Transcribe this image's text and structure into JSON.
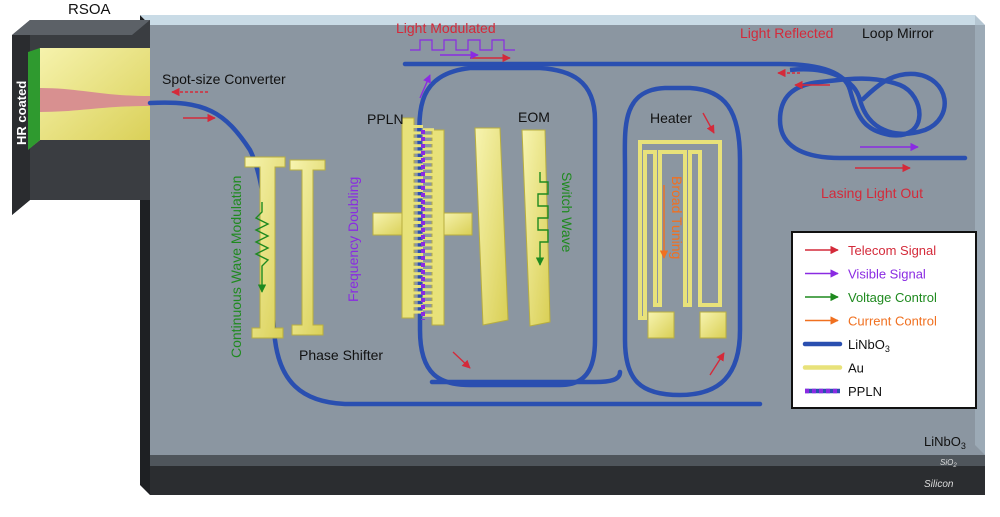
{
  "labels": {
    "rsoa": "RSOA",
    "hr_coated": "HR coated",
    "spot_size_converter": "Spot-size Converter",
    "light_modulated": "Light Modulated",
    "light_reflected": "Light Reflected",
    "loop_mirror": "Loop Mirror",
    "ppln": "PPLN",
    "eom": "EOM",
    "heater": "Heater",
    "continuous_wave_modulation": "Continuous Wave Modulation",
    "frequency_doubling": "Frequency Doubling",
    "switch_wave": "Switch Wave",
    "broad_tuning": "Broad Tuning",
    "phase_shifter": "Phase Shifter",
    "lasing_light_out": "Lasing Light Out",
    "linbo3_base": "LiNbO",
    "linbo3_sub": "3",
    "sio2": "SiO",
    "sio2_sub": "2",
    "silicon": "Silicon"
  },
  "legend": {
    "items": [
      {
        "label": "Telecom Signal",
        "symbol": "arrow",
        "color": "#d42a3a"
      },
      {
        "label": "Visible Signal",
        "symbol": "arrow",
        "color": "#8a2be2"
      },
      {
        "label": "Voltage Control",
        "symbol": "arrow",
        "color": "#1f8a1f"
      },
      {
        "label": "Current Control",
        "symbol": "arrow",
        "color": "#f07020"
      },
      {
        "label": "LiNbO",
        "label_sub": "3",
        "symbol": "line",
        "color": "#2a4fb0"
      },
      {
        "label": "Au",
        "symbol": "line",
        "color": "#e8e27a"
      },
      {
        "label": "PPLN",
        "symbol": "dashed",
        "color": "#8a2be2"
      }
    ]
  },
  "colors": {
    "chip_top": "#8b96a1",
    "waveguide": "#2a4fb0",
    "gold": "#e8e27a",
    "telecom": "#d42a3a",
    "visible": "#8a2be2",
    "voltage": "#1f8a1f",
    "current": "#f07020"
  }
}
